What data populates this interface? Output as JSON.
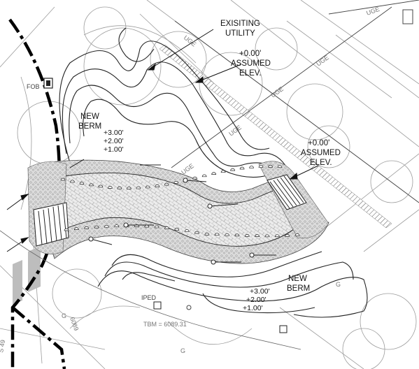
{
  "labels": {
    "existing_utility_1": "EXISITING",
    "existing_utility_2": "UTILITY",
    "assumed_top_1": "+0.00'",
    "assumed_top_2": "ASSUMED",
    "assumed_top_3": "ELEV.",
    "assumed_right_1": "+0.00'",
    "assumed_right_2": "ASSUMED",
    "assumed_right_3": "ELEV.",
    "berm_top_1": "NEW",
    "berm_top_2": "BERM",
    "berm_bottom_1": "NEW",
    "berm_bottom_2": "BERM",
    "fob": "FOB",
    "iped": "IPED",
    "tbm": "TBM = 6089.31",
    "contour_6089": "6089",
    "street": "S 49",
    "uge": "UGE",
    "g": "G"
  },
  "elevations_top": [
    "+3.00'",
    "+2.00'",
    "+1.00'"
  ],
  "elevations_bottom": [
    "+3.00'",
    "+2.00'",
    "+1.00'"
  ],
  "colors": {
    "line": "#222222",
    "faint": "#8a8a8a",
    "boundary": "#000000",
    "paver": "#d7d7d7",
    "gravel": "#c9c9c9"
  }
}
